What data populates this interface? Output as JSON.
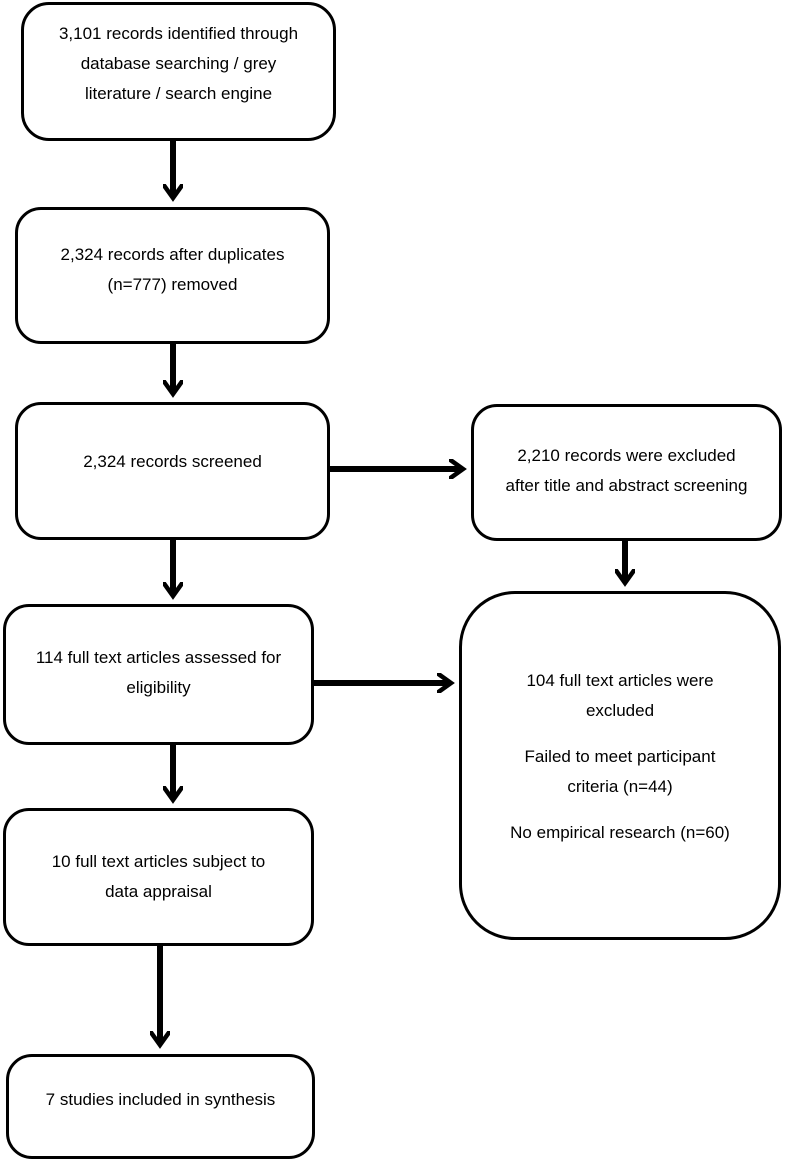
{
  "flowchart": {
    "boxes": {
      "identified": {
        "line1": "3,101 records identified through",
        "line2": "database searching / grey",
        "line3": "literature / search engine"
      },
      "deduplicated": {
        "line1": "2,324 records after duplicates",
        "line2": "(n=777) removed"
      },
      "screened": {
        "line1": "2,324 records screened"
      },
      "excluded_title_abstract": {
        "line1": "2,210 records were excluded",
        "line2": "after title and abstract screening"
      },
      "assessed_eligibility": {
        "line1": "114 full text articles assessed for",
        "line2": "eligibility"
      },
      "excluded_fulltext": {
        "line1": "104 full text articles were",
        "line2": "excluded",
        "reason1_line1": "Failed to meet participant",
        "reason1_line2": "criteria (n=44)",
        "reason2": "No empirical research (n=60)"
      },
      "data_appraisal": {
        "line1": "10 full text articles subject to",
        "line2": "data appraisal"
      },
      "included": {
        "line1": "7 studies included in synthesis"
      }
    },
    "colors": {
      "stroke": "#000000",
      "fill": "#ffffff"
    }
  }
}
